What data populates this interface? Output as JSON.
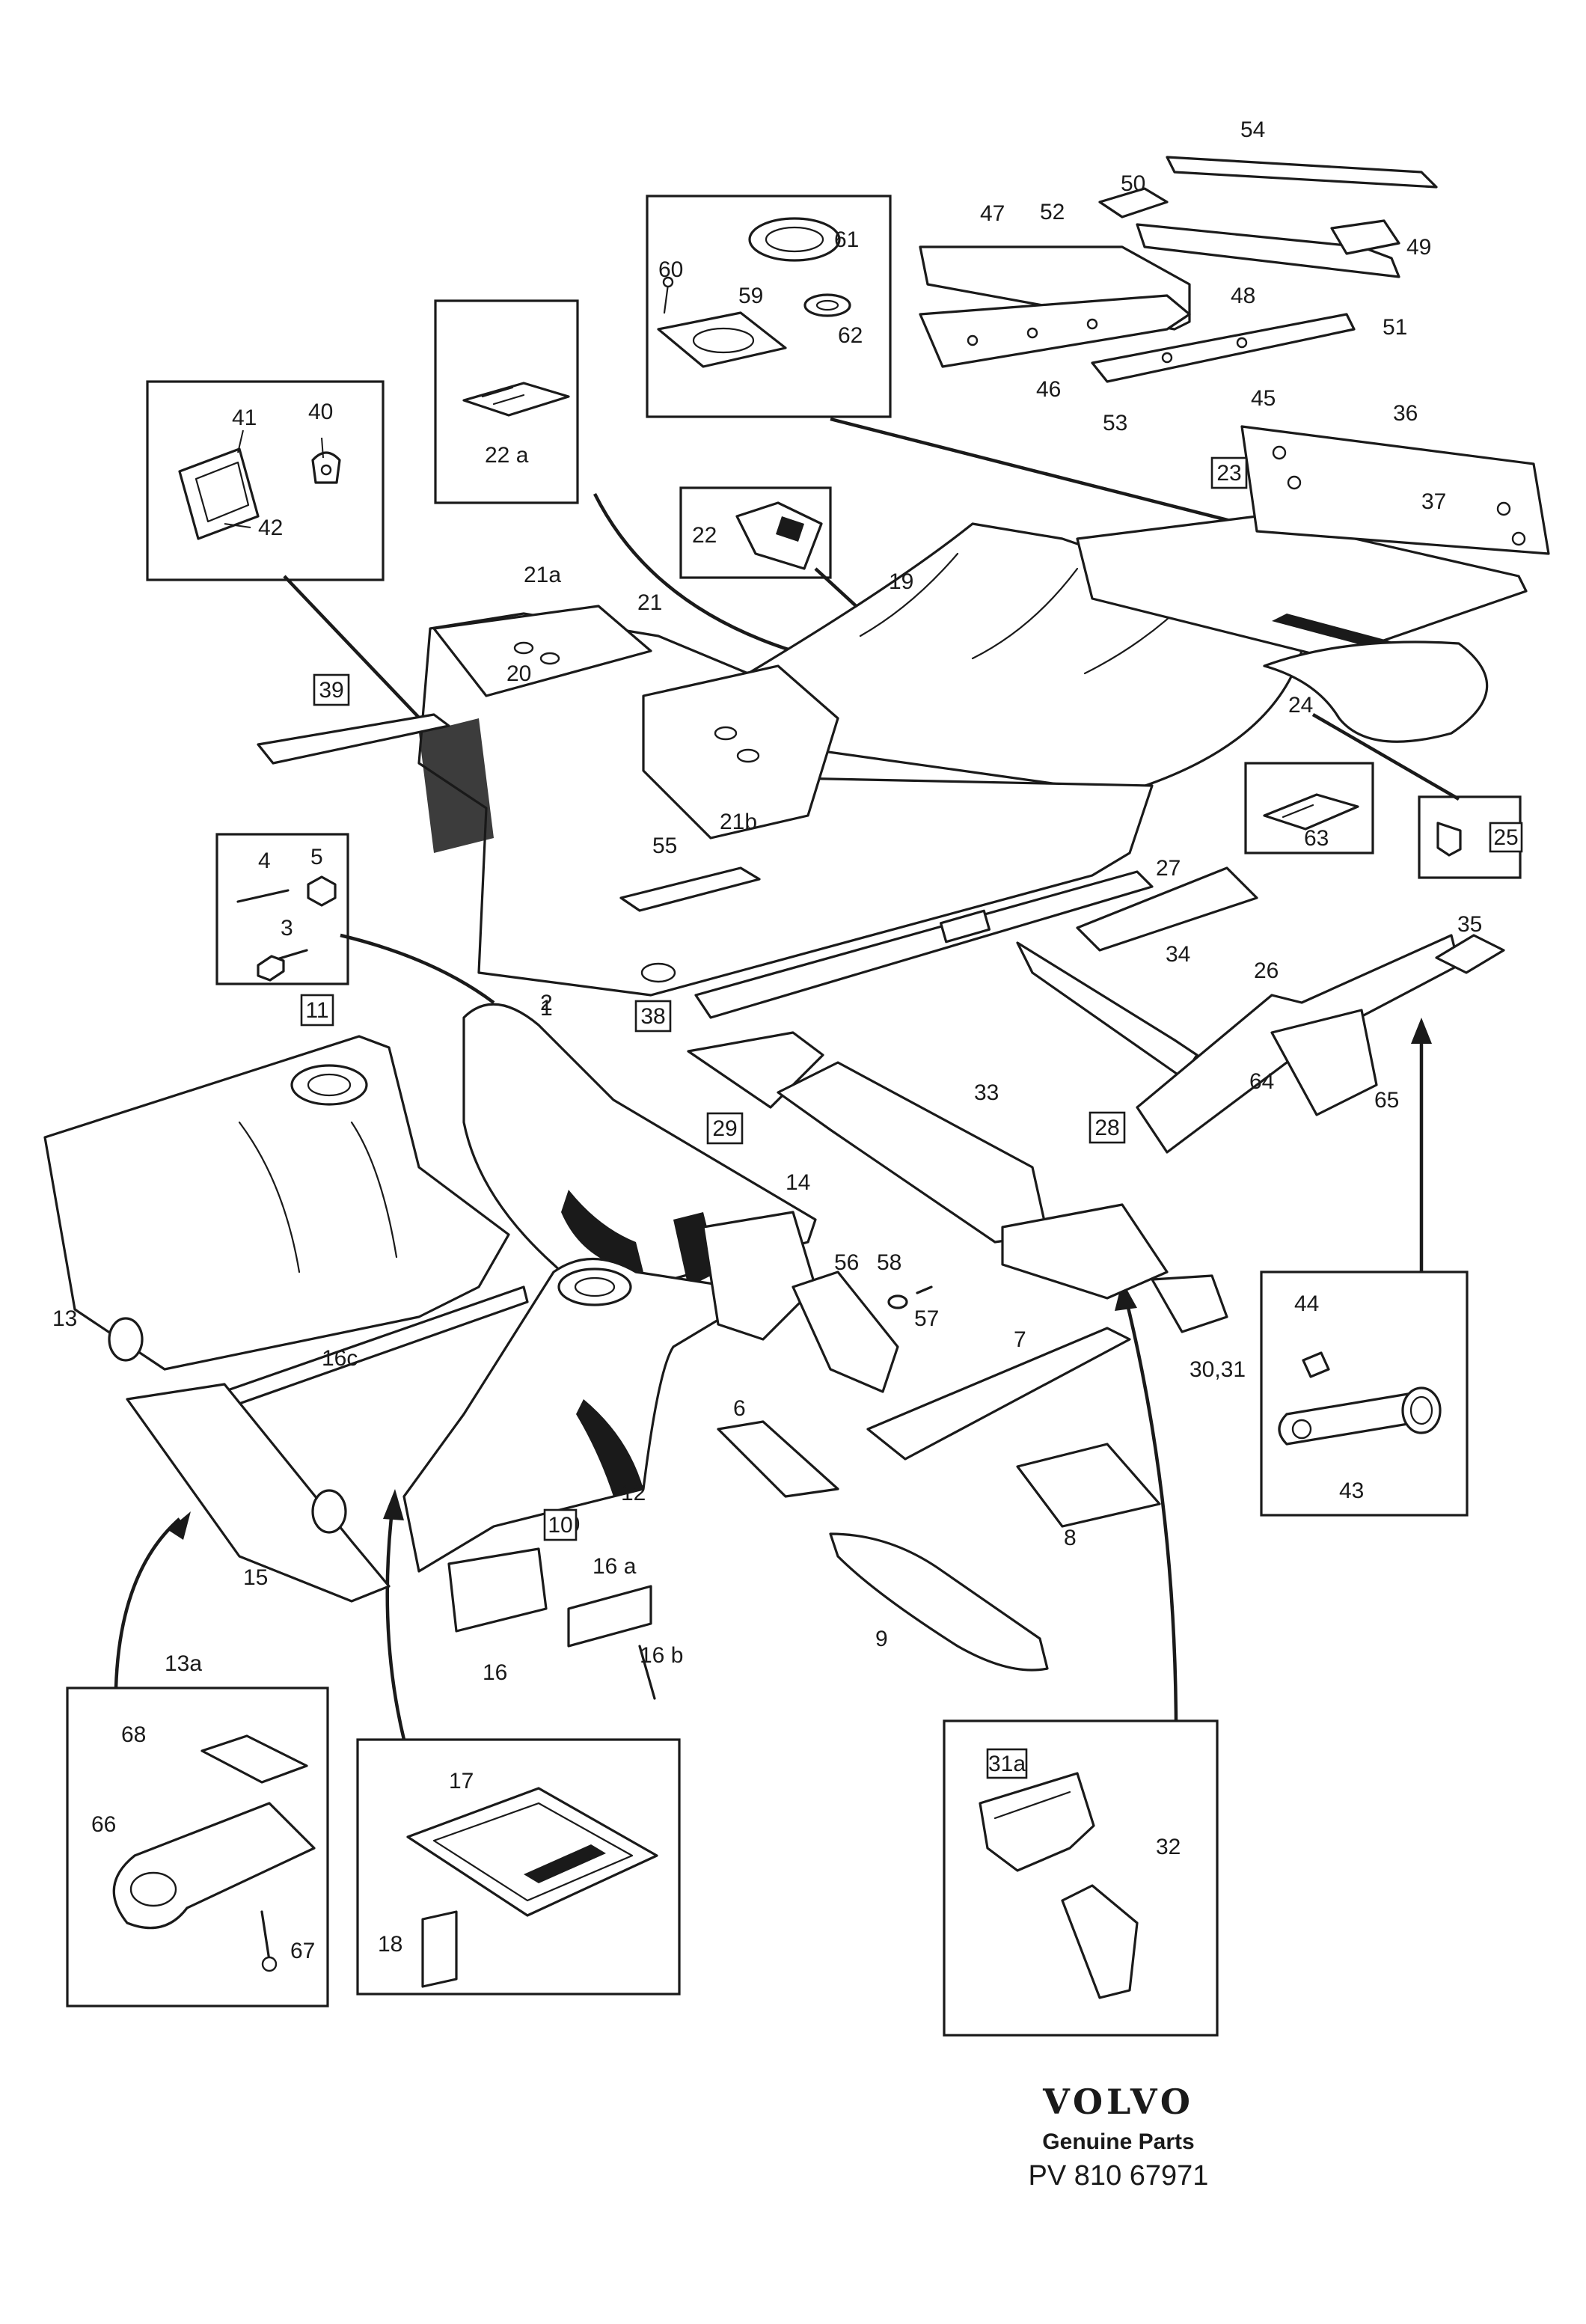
{
  "labels": {
    "n1": "1",
    "n2": "2",
    "n3": "3",
    "n4": "4",
    "n5": "5",
    "n6": "6",
    "n7": "7",
    "n8": "8",
    "n9": "9",
    "n10": "10",
    "n11": "11",
    "n12": "12",
    "n13": "13",
    "n13a": "13a",
    "n14": "14",
    "n15": "15",
    "n16": "16",
    "n16a": "16 a",
    "n16b": "16 b",
    "n16c": "16c",
    "n17": "17",
    "n18": "18",
    "n19": "19",
    "n20": "20",
    "n21": "21",
    "n21a": "21a",
    "n21b": "21b",
    "n22": "22",
    "n22a": "22 a",
    "n23": "23",
    "n24": "24",
    "n25": "25",
    "n26": "26",
    "n27": "27",
    "n28": "28",
    "n29": "29",
    "n3031": "30,31",
    "n31a": "31a",
    "n32": "32",
    "n33": "33",
    "n34": "34",
    "n35": "35",
    "n36": "36",
    "n37": "37",
    "n38": "38",
    "n39": "39",
    "n40": "40",
    "n41": "41",
    "n42": "42",
    "n43": "43",
    "n44": "44",
    "n45": "45",
    "n46": "46",
    "n47": "47",
    "n48": "48",
    "n49": "49",
    "n50": "50",
    "n51": "51",
    "n52": "52",
    "n53": "53",
    "n54": "54",
    "n55": "55",
    "n56": "56",
    "n57": "57",
    "n58": "58",
    "n59": "59",
    "n60": "60",
    "n61": "61",
    "n62": "62",
    "n63": "63",
    "n64": "64",
    "n65": "65",
    "n66": "66",
    "n67": "67",
    "n68": "68"
  },
  "footer": {
    "brand": "VOLVO",
    "subtitle": "Genuine Parts",
    "code": "PV 810 67971"
  }
}
